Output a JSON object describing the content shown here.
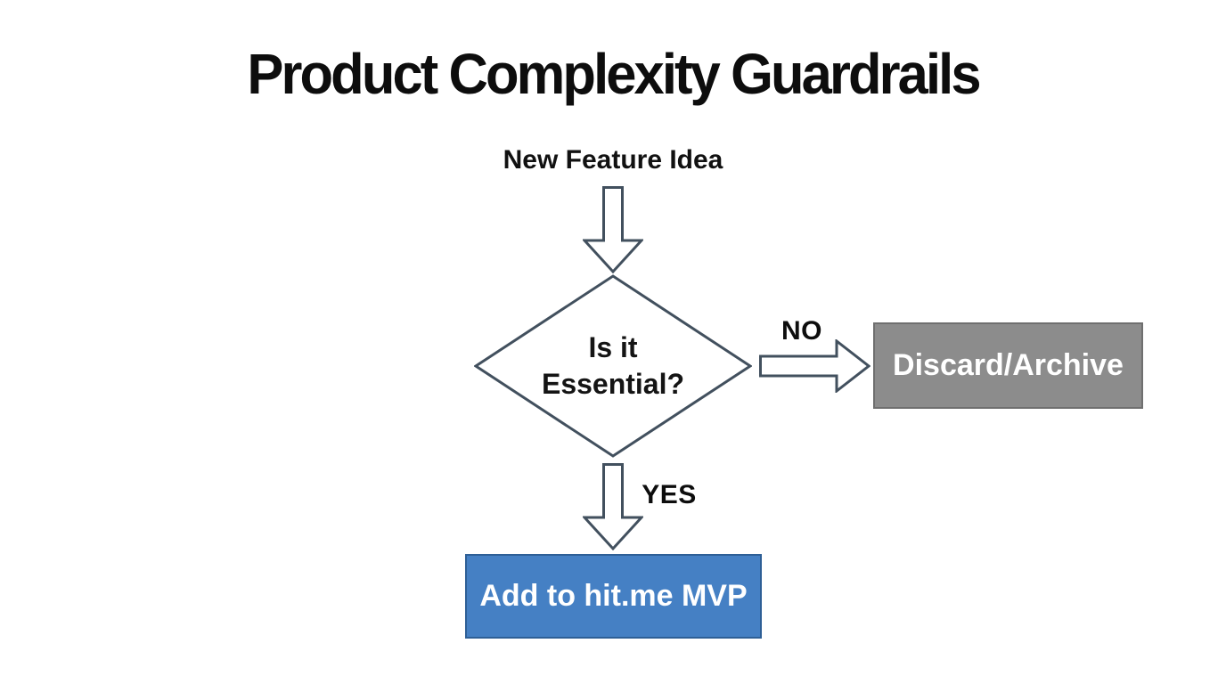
{
  "title": "Product Complexity Guardrails",
  "flow": {
    "start": "New Feature Idea",
    "decision": {
      "line1": "Is it",
      "line2": "Essential?"
    },
    "no": {
      "label": "NO",
      "box": "Discard/Archive"
    },
    "yes": {
      "label": "YES",
      "box": "Add to hit.me MVP"
    }
  },
  "colors": {
    "background": "#ffffff",
    "title_text": "#0d0d0d",
    "shape_outline": "#42505e",
    "arrow_fill": "#ffffff",
    "discard_box_fill": "#8c8c8c",
    "discard_box_border": "#6f6f6f",
    "mvp_box_fill": "#4580c4",
    "mvp_box_border": "#2e5f96",
    "box_text": "#ffffff"
  }
}
